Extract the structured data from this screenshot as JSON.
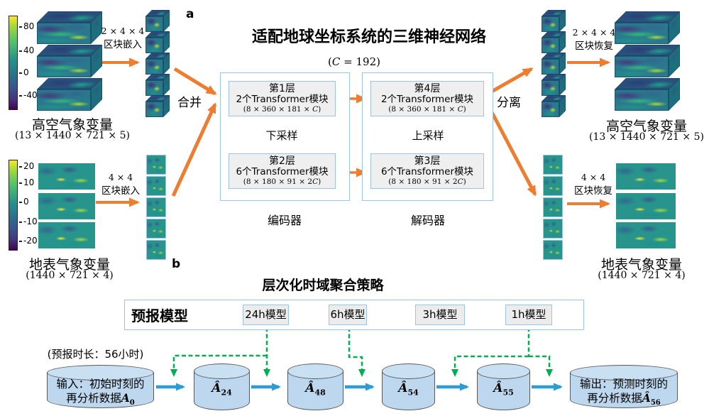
{
  "part_a": {
    "panel_label": "a",
    "title": "适配地球坐标系统的三维神经网络",
    "c_note": {
      "prefix": "(",
      "var": "C",
      "suffix": " = 192)"
    },
    "merge_label": "合并",
    "split_label": "分离",
    "downsample_label": "下采样",
    "upsample_label": "上采样",
    "encoder_label": "编码器",
    "decoder_label": "解码器",
    "colorbar_upper": {
      "ticks": [
        "80",
        "40",
        "0",
        "-40"
      ]
    },
    "colorbar_surface": {
      "ticks": [
        "20",
        "10",
        "0",
        "-10",
        "-20"
      ]
    },
    "upper_left": {
      "op_size": "2 × 4 × 4",
      "op_name": "区块嵌入",
      "var_name": "高空气象变量",
      "var_dims": "(13 × 1440 × 721 × 5)"
    },
    "surface_left": {
      "op_size": "4 × 4",
      "op_name": "区块嵌入",
      "var_name": "地表气象变量",
      "var_dims": "(1440 × 721 × 4)"
    },
    "upper_right": {
      "op_size": "2 × 4 × 4",
      "op_name": "区块恢复",
      "var_name": "高空气象变量",
      "var_dims": "(13 × 1440 × 721 × 5)"
    },
    "surface_right": {
      "op_size": "4 × 4",
      "op_name": "区块恢复",
      "var_name": "地表气象变量",
      "var_dims": "(1440 × 721 × 4)"
    },
    "layers": {
      "l1": {
        "name": "第1层",
        "blocks": "2个Transformer模块",
        "dims_prefix": "(8 × 360 × 181 × ",
        "dims_var": "C",
        "dims_suffix": ")"
      },
      "l2": {
        "name": "第2层",
        "blocks": "6个Transformer模块",
        "dims_prefix": "(8 × 180 × 91 × 2",
        "dims_var": "C",
        "dims_suffix": ")"
      },
      "l4": {
        "name": "第4层",
        "blocks": "2个Transformer模块",
        "dims_prefix": "(8 × 360 × 181 × ",
        "dims_var": "C",
        "dims_suffix": ")"
      },
      "l3": {
        "name": "第3层",
        "blocks": "6个Transformer模块",
        "dims_prefix": "(8 × 180 × 91 × 2",
        "dims_var": "C",
        "dims_suffix": ")"
      }
    }
  },
  "part_b": {
    "panel_label": "b",
    "title": "层次化时域聚合策略",
    "models_box_label": "预报模型",
    "models": [
      "24h模型",
      "6h模型",
      "3h模型",
      "1h模型"
    ],
    "lead_time_note": "(预报时长：56小时)",
    "cylinders": {
      "input": {
        "line1": "输入：初始时刻的",
        "line2_prefix": "再分析数据",
        "sym": "A",
        "sub": "0"
      },
      "a24": {
        "sym": "Â",
        "sub": "24"
      },
      "a48": {
        "sym": "Â",
        "sub": "48"
      },
      "a54": {
        "sym": "Â",
        "sub": "54"
      },
      "a55": {
        "sym": "Â",
        "sub": "55"
      },
      "output": {
        "line1": "输出：预测时刻的",
        "line2_prefix": "再分析数据",
        "sym": "Â",
        "sub": "56"
      }
    }
  },
  "colors": {
    "arrow_orange": "#ED7D31",
    "arrow_blue": "#2E9BD5",
    "arrow_green": "#00B050",
    "box_border": "#9DC3E6",
    "layer_fill": "#EFEFEF",
    "cylinder_fill": "#BDD7EE"
  }
}
